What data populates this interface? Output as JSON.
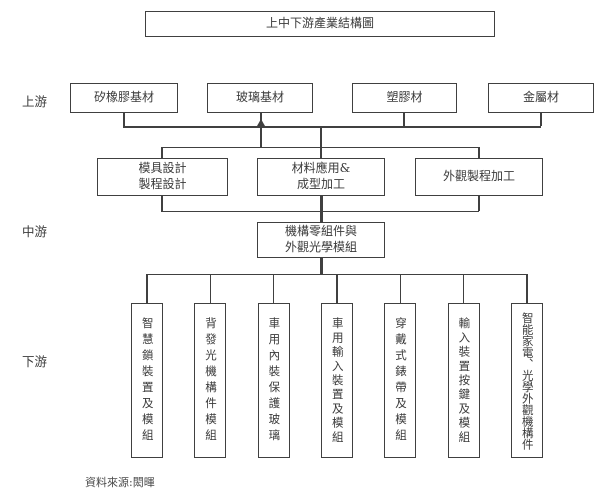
{
  "title": "上中下游產業結構圖",
  "stages": {
    "upstream": "上游",
    "midstream": "中游",
    "downstream": "下游"
  },
  "upstream": [
    "矽橡膠基材",
    "玻璃基材",
    "塑膠材",
    "金屬材"
  ],
  "process": [
    {
      "line1": "模具設計",
      "line2": "製程設計"
    },
    {
      "line1": "材料應用&",
      "line2": "成型加工"
    },
    {
      "line1": "外觀製程加工",
      "line2": ""
    }
  ],
  "midstream_box": {
    "line1": "機構零組件與",
    "line2": "外觀光學模組"
  },
  "downstream": [
    "智慧鎖裝置及模組",
    "背發光機構件模組",
    "車用內裝保護玻璃",
    "車用輸入裝置及模組",
    "穿戴式錶帶及模組",
    "輸入裝置按鍵及模組",
    "智能家電、光學外觀機構件"
  ],
  "source": "資料來源:閎暉",
  "colors": {
    "line": "#404040",
    "text": "#3a3a3a",
    "background": "#ffffff"
  }
}
